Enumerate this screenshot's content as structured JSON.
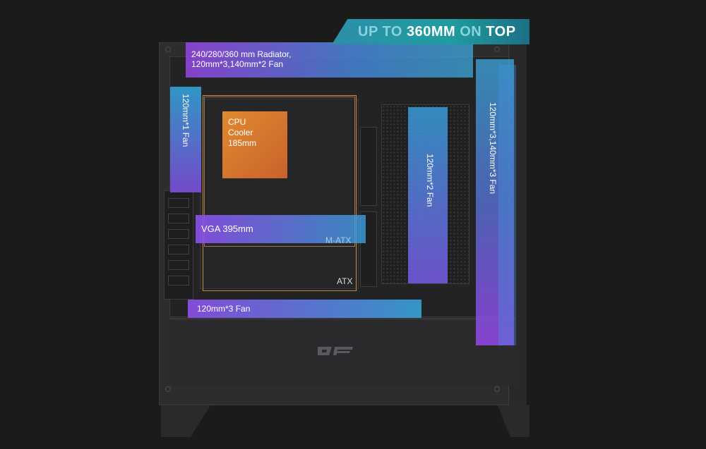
{
  "banner": {
    "part1": "UP TO",
    "part2": "360MM",
    "part3": "ON",
    "part4": "TOP",
    "colors": {
      "background": "#1f9d9f",
      "highlight": "#e7c75a",
      "accent": "#8ad2dd",
      "text": "#ffffff"
    }
  },
  "labels": {
    "top_radiator_line1": "240/280/360 mm Radiator,",
    "top_radiator_line2": "120mm*3,140mm*2 Fan",
    "rear_fan": "120mm*1 Fan",
    "front_fan": "120mm*3,140mm*3 Fan",
    "mid_fan": "120mm*2 Fan",
    "cpu_line1": "CPU",
    "cpu_line2": "Cooler",
    "cpu_line3": "185mm",
    "vga": "VGA 395mm",
    "matx": "M-ATX",
    "atx": "ATX",
    "bottom_fan": "120mm*3 Fan"
  },
  "logo_icon": "darkflash-logo-icon",
  "colors": {
    "page_background": "#1b1b1c",
    "case": "#2d2d2f",
    "cpu_box": "#e08a2e",
    "atx_outline": "#c98a3c",
    "bar_purple": "#9646e6",
    "bar_blue": "#37aae1"
  }
}
